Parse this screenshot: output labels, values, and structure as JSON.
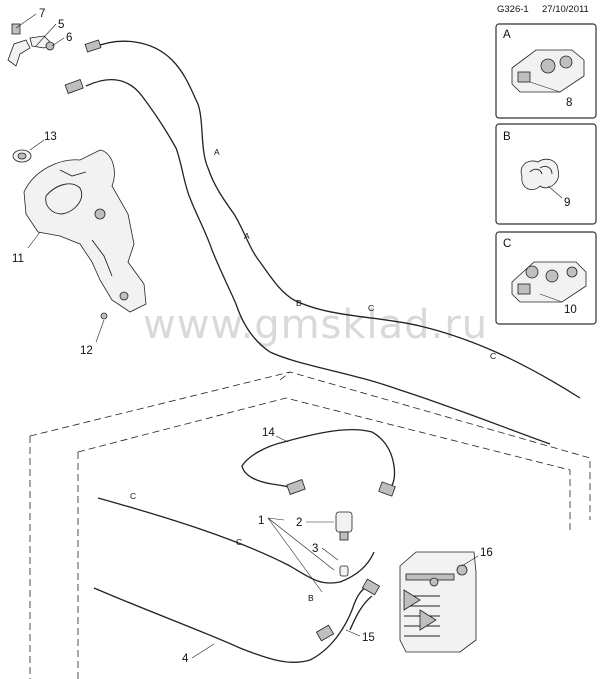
{
  "header": {
    "ref": "G326-1",
    "date": "27/10/2011"
  },
  "watermark": "www.gmsklad.ru",
  "callouts": {
    "c1": "1",
    "c2": "2",
    "c3": "3",
    "c4": "4",
    "c5": "5",
    "c6": "6",
    "c7": "7",
    "c8": "8",
    "c9": "9",
    "c10": "10",
    "c11": "11",
    "c12": "12",
    "c13": "13",
    "c14": "14",
    "c15": "15",
    "c16": "16"
  },
  "line_codes": {
    "a1": "A",
    "a2": "A",
    "b1": "B",
    "b2": "B",
    "c1": "C",
    "c2": "C",
    "c3": "C",
    "c4": "C"
  },
  "detail_boxes": {
    "a": {
      "letter": "A",
      "part": "8"
    },
    "b": {
      "letter": "B",
      "part": "9"
    },
    "c": {
      "letter": "C",
      "part": "10"
    }
  }
}
